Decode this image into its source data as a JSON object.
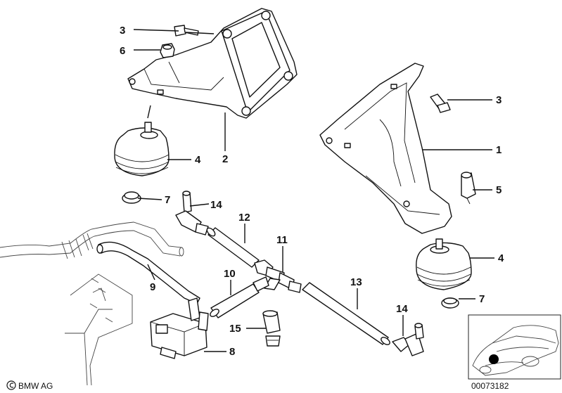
{
  "callouts": {
    "c3a": "3",
    "c6": "6",
    "c2": "2",
    "c4a": "4",
    "c7a": "7",
    "c14a": "14",
    "c12": "12",
    "c11": "11",
    "c3b": "3",
    "c1": "1",
    "c5": "5",
    "c4b": "4",
    "c7b": "7",
    "c10": "10",
    "c13": "13",
    "c9": "9",
    "c15": "15",
    "c8": "8",
    "c14b": "14"
  },
  "footer": {
    "brand": "BMW AG",
    "drawing_number": "00073182"
  },
  "icons": {
    "copyright": "copyright-icon"
  }
}
